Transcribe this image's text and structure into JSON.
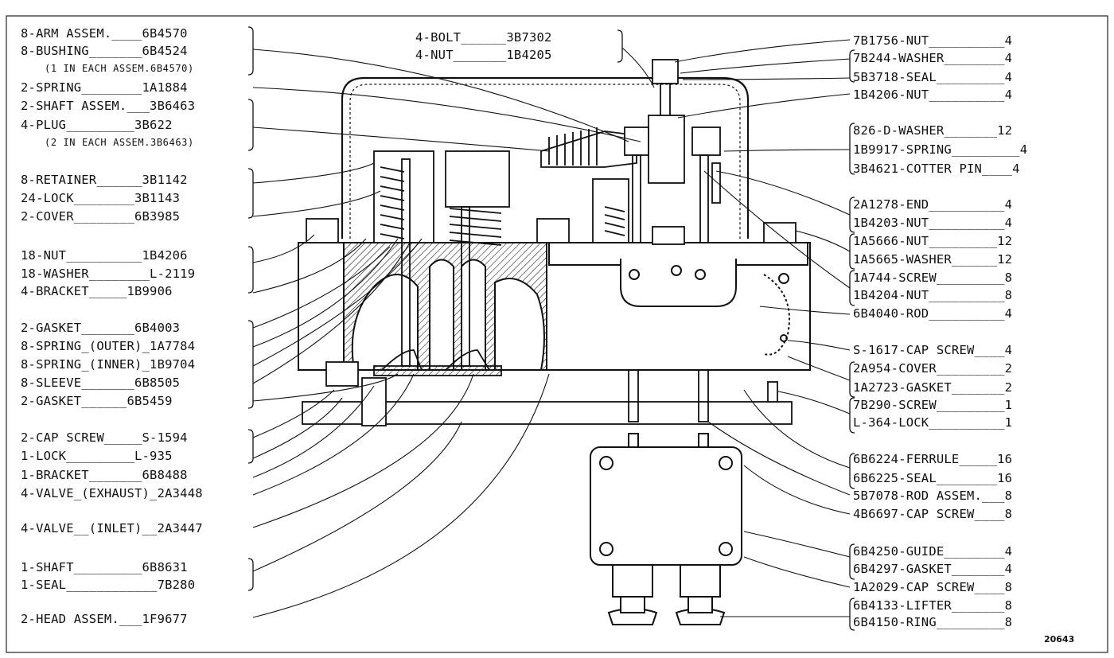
{
  "figure_number": "20643",
  "callouts_left": [
    {
      "id": "l1",
      "text": "8-ARM ASSEM.____6B4570"
    },
    {
      "id": "l2",
      "text": "8-BUSHING_______6B4524"
    },
    {
      "id": "l3",
      "text": "(1 IN EACH ASSEM.6B4570)"
    },
    {
      "id": "l4",
      "text": "2-SPRING________1A1884"
    },
    {
      "id": "l5",
      "text": "2-SHAFT ASSEM.___3B6463"
    },
    {
      "id": "l6",
      "text": "4-PLUG_________3B622"
    },
    {
      "id": "l7",
      "text": "(2 IN EACH ASSEM.3B6463)"
    },
    {
      "id": "l8",
      "text": "8-RETAINER______3B1142"
    },
    {
      "id": "l9",
      "text": "24-LOCK________3B1143"
    },
    {
      "id": "l10",
      "text": "2-COVER________6B3985"
    },
    {
      "id": "l11",
      "text": "18-NUT__________1B4206"
    },
    {
      "id": "l12",
      "text": "18-WASHER________L-2119"
    },
    {
      "id": "l13",
      "text": "4-BRACKET_____1B9906"
    },
    {
      "id": "l14",
      "text": "2-GASKET_______6B4003"
    },
    {
      "id": "l15",
      "text": "8-SPRING_(OUTER)_1A7784"
    },
    {
      "id": "l16",
      "text": "8-SPRING_(INNER)_1B9704"
    },
    {
      "id": "l17",
      "text": "8-SLEEVE_______6B8505"
    },
    {
      "id": "l18",
      "text": "2-GASKET______6B5459"
    },
    {
      "id": "l19",
      "text": "2-CAP SCREW_____S-1594"
    },
    {
      "id": "l20",
      "text": "1-LOCK_________L-935"
    },
    {
      "id": "l21",
      "text": "1-BRACKET_______6B8488"
    },
    {
      "id": "l22",
      "text": "4-VALVE_(EXHAUST)_2A3448"
    },
    {
      "id": "l23",
      "text": "4-VALVE__(INLET)__2A3447"
    },
    {
      "id": "l24",
      "text": "1-SHAFT_________6B8631"
    },
    {
      "id": "l25",
      "text": "1-SEAL____________7B280"
    },
    {
      "id": "l26",
      "text": "2-HEAD ASSEM.___1F9677"
    }
  ],
  "callouts_top": [
    {
      "id": "t1",
      "text": "4-BOLT______3B7302"
    },
    {
      "id": "t2",
      "text": "4-NUT_______1B4205"
    }
  ],
  "callouts_right": [
    {
      "id": "r1",
      "text": "7B1756-NUT__________4"
    },
    {
      "id": "r2",
      "text": "7B244-WASHER________4"
    },
    {
      "id": "r3",
      "text": "5B3718-SEAL_________4"
    },
    {
      "id": "r4",
      "text": "1B4206-NUT__________4"
    },
    {
      "id": "r5",
      "text": "826-D-WASHER_______12"
    },
    {
      "id": "r6",
      "text": "1B9917-SPRING_________4"
    },
    {
      "id": "r7",
      "text": "3B4621-COTTER PIN____4"
    },
    {
      "id": "r8",
      "text": "2A1278-END__________4"
    },
    {
      "id": "r9",
      "text": "1B4203-NUT__________4"
    },
    {
      "id": "r10",
      "text": "1A5666-NUT_________12"
    },
    {
      "id": "r11",
      "text": "1A5665-WASHER______12"
    },
    {
      "id": "r12",
      "text": "1A744-SCREW_________8"
    },
    {
      "id": "r13",
      "text": "1B4204-NUT__________8"
    },
    {
      "id": "r14",
      "text": "6B4040-ROD__________4"
    },
    {
      "id": "r15",
      "text": "S-1617-CAP SCREW____4"
    },
    {
      "id": "r16",
      "text": "2A954-COVER_________2"
    },
    {
      "id": "r17",
      "text": "1A2723-GASKET_______2"
    },
    {
      "id": "r18",
      "text": "7B290-SCREW_________1"
    },
    {
      "id": "r19",
      "text": "L-364-LOCK__________1"
    },
    {
      "id": "r20",
      "text": "6B6224-FERRULE_____16"
    },
    {
      "id": "r21",
      "text": "6B6225-SEAL________16"
    },
    {
      "id": "r22",
      "text": "5B7078-ROD ASSEM.___8"
    },
    {
      "id": "r23",
      "text": "4B6697-CAP SCREW____8"
    },
    {
      "id": "r24",
      "text": "6B4250-GUIDE________4"
    },
    {
      "id": "r25",
      "text": "6B4297-GASKET_______4"
    },
    {
      "id": "r26",
      "text": "1A2029-CAP SCREW____8"
    },
    {
      "id": "r27",
      "text": "6B4133-LIFTER_______8"
    },
    {
      "id": "r28",
      "text": "6B4150-RING_________8"
    }
  ]
}
